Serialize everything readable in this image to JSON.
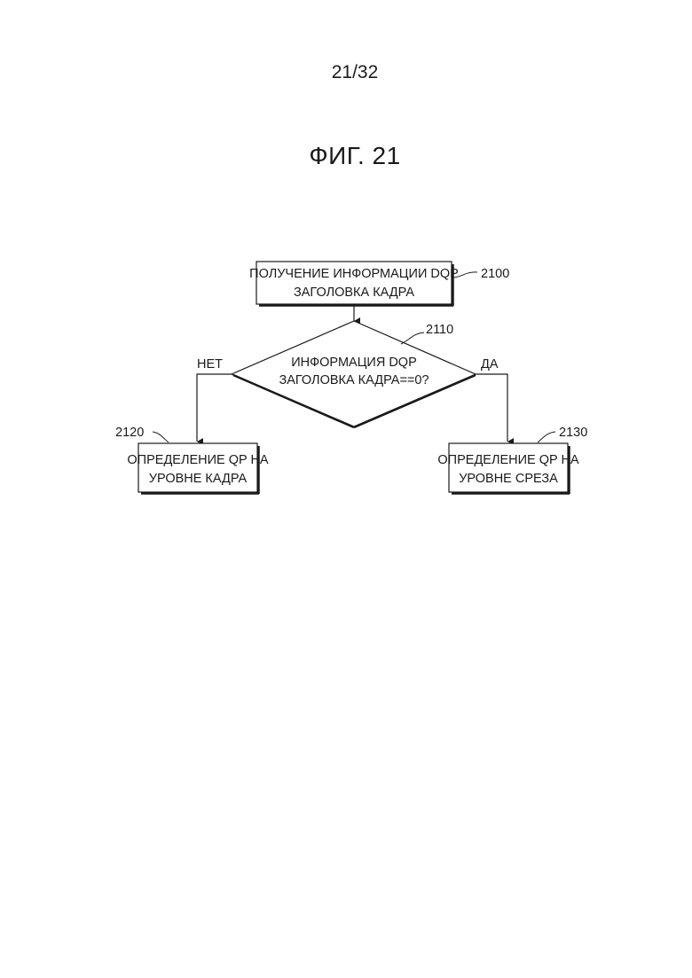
{
  "page": {
    "number": "21/32",
    "figure_title": "ФИГ. 21"
  },
  "nodes": {
    "step_2100": {
      "line1": "ПОЛУЧЕНИЕ ИНФОРМАЦИИ DQP",
      "line2": "ЗАГОЛОВКА КАДРА",
      "ref": "2100"
    },
    "decision_2110": {
      "line1": "ИНФОРМАЦИЯ DQP",
      "line2": "ЗАГОЛОВКА КАДРА==0?",
      "ref": "2110"
    },
    "step_2120": {
      "line1": "ОПРЕДЕЛЕНИЕ QP НА",
      "line2": "УРОВНЕ КАДРА",
      "ref": "2120"
    },
    "step_2130": {
      "line1": "ОПРЕДЕЛЕНИЕ QP НА",
      "line2": "УРОВНЕ СРЕЗА",
      "ref": "2130"
    }
  },
  "edges": {
    "no_label": "НЕТ",
    "yes_label": "ДА"
  }
}
